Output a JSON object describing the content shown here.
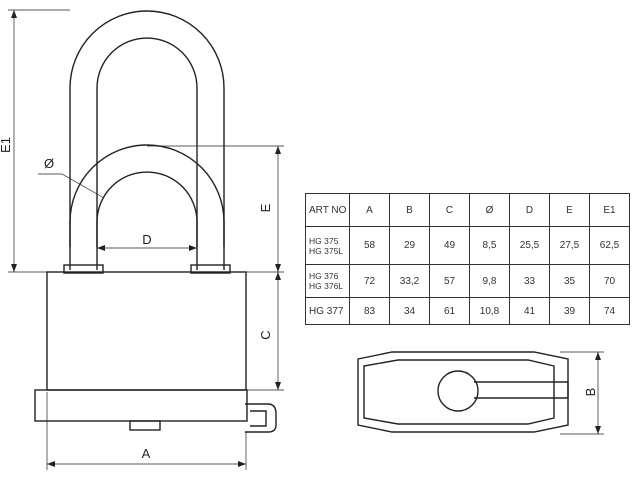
{
  "dimension_labels": {
    "e1": "E1",
    "diameter": "Ø",
    "d": "D",
    "e": "E",
    "c": "C",
    "a": "A",
    "b": "B"
  },
  "table": {
    "headers": [
      "ART NO",
      "A",
      "B",
      "C",
      "Ø",
      "D",
      "E",
      "E1"
    ],
    "rows": [
      {
        "art_line1": "HG 375",
        "art_line2": "HG 375L",
        "values": [
          "58",
          "29",
          "49",
          "8,5",
          "25,5",
          "27,5",
          "62,5"
        ]
      },
      {
        "art_line1": "HG 376",
        "art_line2": "HG 376L",
        "values": [
          "72",
          "33,2",
          "57",
          "9,8",
          "33",
          "35",
          "70"
        ]
      },
      {
        "art_line1": "HG 377",
        "art_line2": "",
        "values": [
          "83",
          "34",
          "61",
          "10,8",
          "41",
          "39",
          "74"
        ]
      }
    ]
  },
  "colors": {
    "line": "#222222",
    "background": "#ffffff"
  }
}
